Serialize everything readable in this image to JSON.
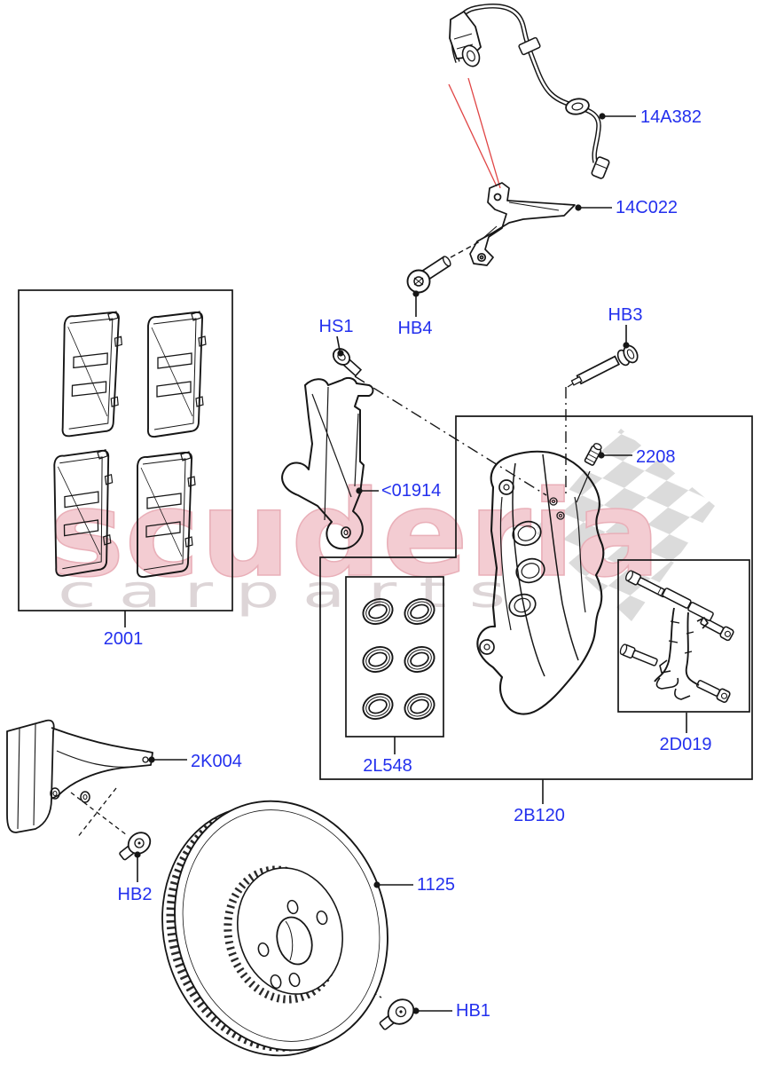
{
  "watermark": {
    "brand": "scuderia",
    "tagline": "c a r   p a r t s"
  },
  "labels": {
    "abs_sensor": "14A382",
    "sensor_bracket": "14C022",
    "bolt_hb4": "HB4",
    "screw_hs1": "HS1",
    "pin_hb3": "HB3",
    "anchor_plate": "<01914",
    "pads_kit": "2001",
    "bleed_screw": "2208",
    "seal_kit": "2L548",
    "caliper_assy": "2B120",
    "clip_kit": "2D019",
    "splash_shield": "2K004",
    "bolt_hb2": "HB2",
    "brake_disc": "1125",
    "screw_hb1": "HB1"
  },
  "colors": {
    "label_blue": "#2330ee",
    "line_black": "#161616",
    "callout_red": "#e04444",
    "watermark_pink": "#f3ccd2",
    "watermark_grey": "#ddd5d7",
    "flag_grey": "#d5d5d5"
  }
}
